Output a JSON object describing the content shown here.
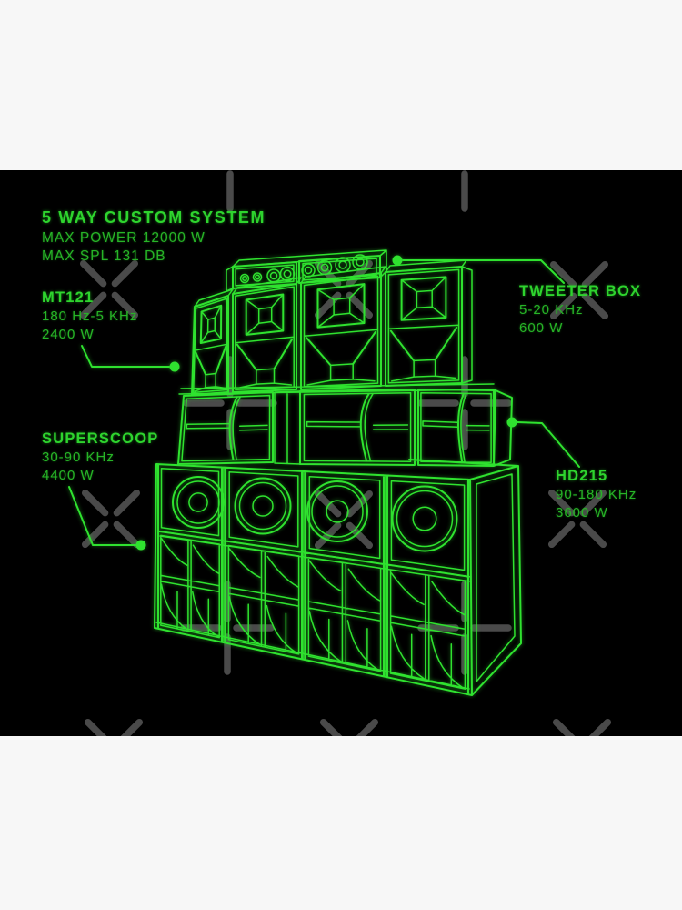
{
  "header": {
    "title": "5 WAY CUSTOM SYSTEM",
    "max_power": "MAX POWER 12000 W",
    "max_spl": "MAX SPL 131 DB"
  },
  "callouts": {
    "mt121": {
      "name": "MT121",
      "freq": "180 Hz-5 KHz",
      "power": "2400 W"
    },
    "tweeter": {
      "name": "TWEETER BOX",
      "freq": "5-20 KHz",
      "power": "600 W"
    },
    "superscoop": {
      "name": "SUPERSCOOP",
      "freq": "30-90 KHz",
      "power": "4400 W"
    },
    "hd215": {
      "name": "HD215",
      "freq": "90-180 KHz",
      "power": "3600 W"
    }
  },
  "colors": {
    "canvas_white": "#f7f7f7",
    "band_black": "#000000",
    "line_green": "#2fe22f",
    "label_green": "#2ed42e",
    "spec_green": "#27b427",
    "watermark_gray": "#4a4a4a"
  }
}
